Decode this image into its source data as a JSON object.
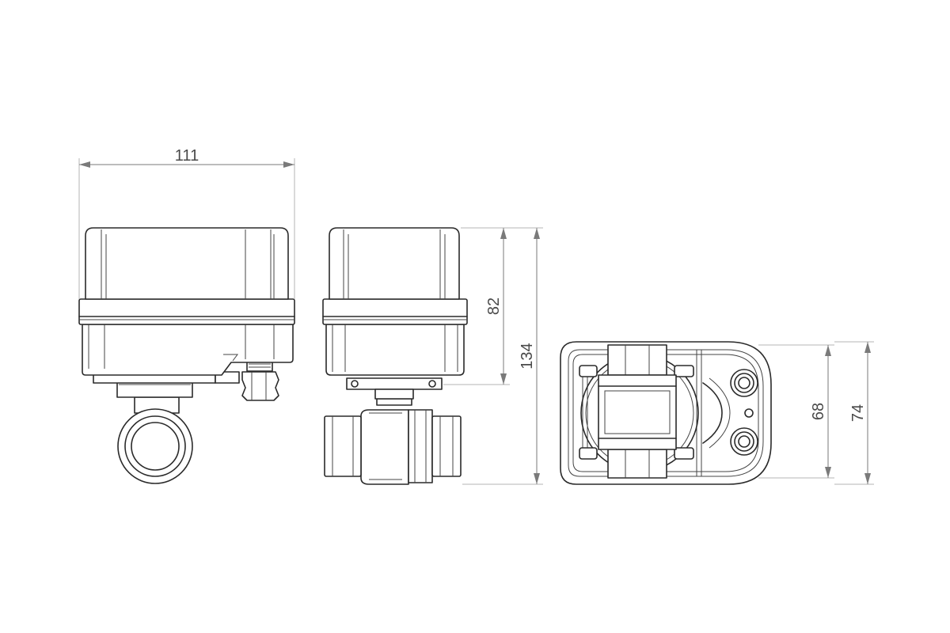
{
  "dimensions": {
    "width": "111",
    "head_height": "82",
    "total_height": "134",
    "inner_width": "68",
    "outer_width": "74"
  },
  "colors": {
    "line": "#2a2a2a",
    "dimension": "#7a7a7a",
    "background": "#ffffff"
  }
}
